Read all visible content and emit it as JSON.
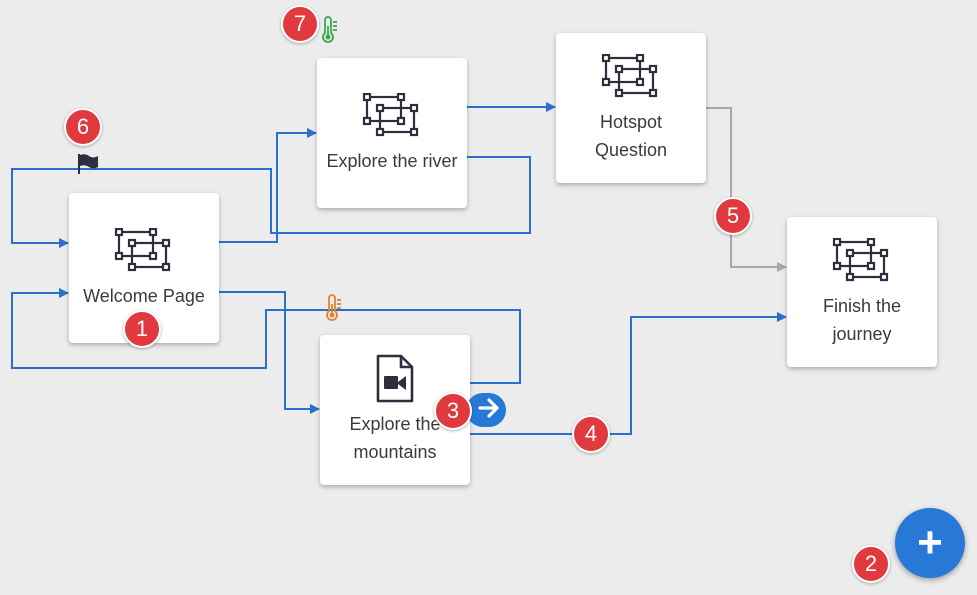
{
  "nodes": {
    "welcome": {
      "label": "Welcome Page",
      "icon": "hotspot-frames-icon"
    },
    "river": {
      "label": "Explore the river",
      "icon": "hotspot-frames-icon"
    },
    "hotspot": {
      "label": "Hotspot Question",
      "icon": "hotspot-frames-icon"
    },
    "mountains": {
      "label": "Explore the mountains",
      "icon": "video-file-icon"
    },
    "finish": {
      "label": "Finish the journey",
      "icon": "hotspot-frames-icon"
    }
  },
  "badges": [
    "1",
    "2",
    "3",
    "4",
    "5",
    "6",
    "7"
  ],
  "fab": {
    "label": "+",
    "icon": "plus-icon"
  },
  "indicators": {
    "start_flag": "flag-icon",
    "river_thermometer": "thermometer-icon",
    "mountains_thermometer": "thermometer-icon",
    "next_arrow": "arrow-right-icon"
  },
  "colors": {
    "connector": "#2a6fcc",
    "conditional_connector": "#a8a8a8",
    "badge": "#e0393e",
    "fab": "#2878d8",
    "thermometer_green": "#3aa64a",
    "thermometer_orange": "#e8822a",
    "icon": "#2d2f3e"
  }
}
